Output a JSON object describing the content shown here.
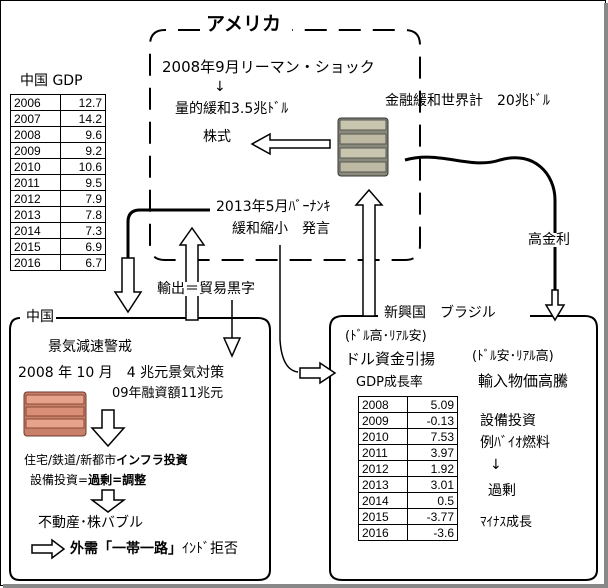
{
  "usa": {
    "title": "アメリカ",
    "lehman": "2008年9月リーマン・ショック",
    "down_arrow": "↓",
    "qe": "量的緩和3.5兆ﾄﾞﾙ",
    "stocks": "株式",
    "global_easing": "金融緩和世界計　20兆ﾄﾞﾙ",
    "bernanke_1": "2013年5月ﾊﾞｰﾅﾝｷ",
    "bernanke_2": "緩和縮小　発言"
  },
  "flow": {
    "high_rate": "高金利",
    "export": "輸出＝貿易黒字"
  },
  "china": {
    "title": "中国",
    "slowdown": "景気減速警戒",
    "stimulus": "2008 年 10 月　4 兆元景気対策",
    "loans": "09年融資額11兆元",
    "infra_pre": "住宅/鉄道/新都市",
    "infra_bold": "インフラ投資",
    "capex_pre": "設備投資=",
    "capex_bold": "過剰=調整",
    "bubble": "不動産･株バブル",
    "ext_bold": "外需「一帯一路」",
    "ext_rest": "ｲﾝﾄﾞ拒否"
  },
  "china_gdp": {
    "title": "中国 GDP",
    "rows": [
      {
        "year": "2006",
        "value": "12.7"
      },
      {
        "year": "2007",
        "value": "14.2"
      },
      {
        "year": "2008",
        "value": "9.6"
      },
      {
        "year": "2009",
        "value": "9.2"
      },
      {
        "year": "2010",
        "value": "10.6"
      },
      {
        "year": "2011",
        "value": "9.5"
      },
      {
        "year": "2012",
        "value": "7.9"
      },
      {
        "year": "2013",
        "value": "7.8"
      },
      {
        "year": "2014",
        "value": "7.3"
      },
      {
        "year": "2015",
        "value": "6.9"
      },
      {
        "year": "2016",
        "value": "6.7"
      }
    ]
  },
  "brazil": {
    "title": "新興国　ブラジル",
    "strong_dollar": "(ﾄﾞﾙ高･ﾘｱﾙ安)",
    "withdraw": "ドル資金引揚",
    "gdp_title": "GDP成長率",
    "weak_dollar": "(ﾄﾞﾙ安･ﾘｱﾙ高)",
    "import_price": "輸入物価高騰",
    "capex": "設備投資",
    "biofuel": "例ﾊﾞｲｵ燃料",
    "down_arrow": "↓",
    "excess": "過剰",
    "negative": "ﾏｲﾅｽ成長",
    "rows": [
      {
        "year": "2008",
        "value": "5.09"
      },
      {
        "year": "2009",
        "value": "-0.13"
      },
      {
        "year": "2010",
        "value": "7.53"
      },
      {
        "year": "2011",
        "value": "3.97"
      },
      {
        "year": "2012",
        "value": "1.92"
      },
      {
        "year": "2013",
        "value": "3.01"
      },
      {
        "year": "2014",
        "value": "0.5"
      },
      {
        "year": "2015",
        "value": "-3.77"
      },
      {
        "year": "2016",
        "value": "-3.6"
      }
    ]
  }
}
